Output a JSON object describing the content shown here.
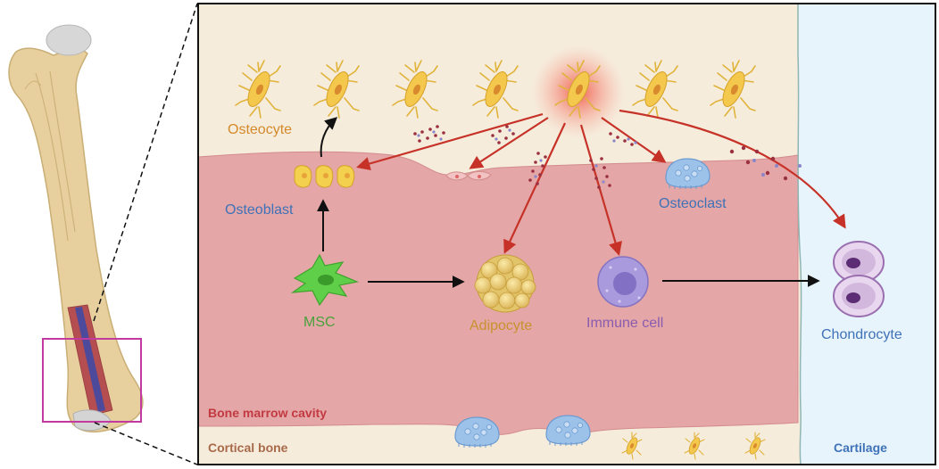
{
  "labels": {
    "osteocyte": "Osteocyte",
    "osteoblast": "Osteoblast",
    "osteoclast": "Osteoclast",
    "msc": "MSC",
    "adipocyte": "Adipocyte",
    "immune_cell": "Immune cell",
    "chondrocyte": "Chondrocyte",
    "bone_marrow_cavity": "Bone marrow cavity",
    "cortical_bone": "Cortical bone",
    "cartilage": "Cartilage"
  },
  "colors": {
    "osteocyte_label": "#d4892a",
    "osteoblast_label": "#3f72b8",
    "osteoclast_label": "#3f72b8",
    "msc_label": "#4aa03c",
    "adipocyte_label": "#c8922e",
    "immune_label": "#8a5cb0",
    "chondrocyte_label": "#3f72b8",
    "marrow_label": "#c23a42",
    "cortical_label": "#a86a4a",
    "cartilage_label": "#3f72b8",
    "bone_matrix": "#f6ecdc",
    "marrow": "#e4a6a6",
    "cartilage_bg": "#e8f4fb",
    "red_arrow": "#c63228",
    "highlight_box": "#c23aa0"
  }
}
